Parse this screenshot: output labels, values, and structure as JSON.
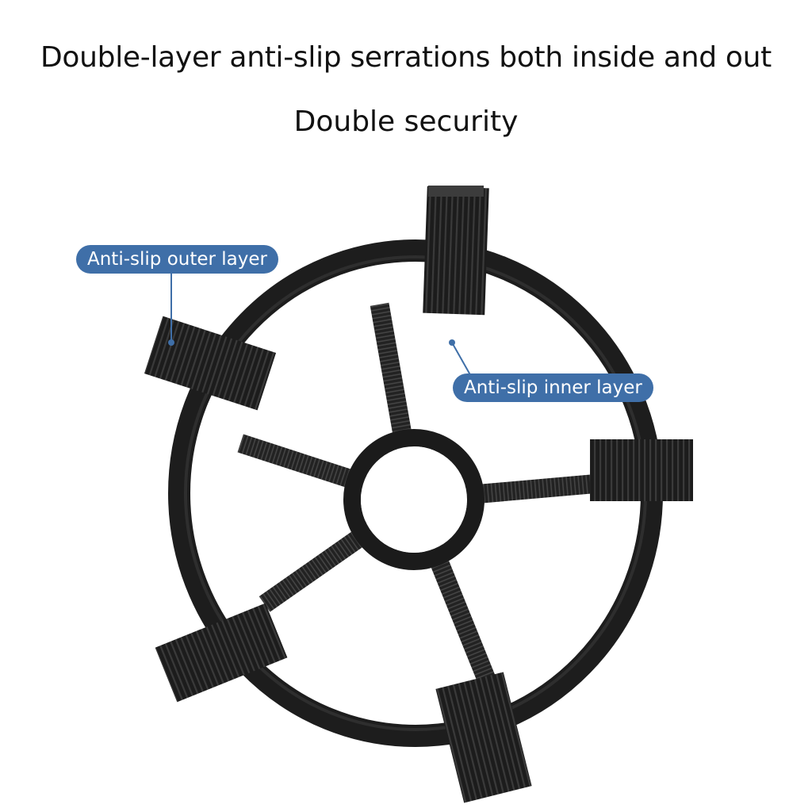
{
  "headline": {
    "line1": "Double-layer anti-slip serrations both inside and out",
    "line2": "Double security"
  },
  "callouts": {
    "outer": "Anti-slip outer layer",
    "inner": "Anti-slip inner layer"
  },
  "colors": {
    "callout_bg": "#3f6fa8",
    "product": "#1a1a1a",
    "text": "#111111"
  }
}
